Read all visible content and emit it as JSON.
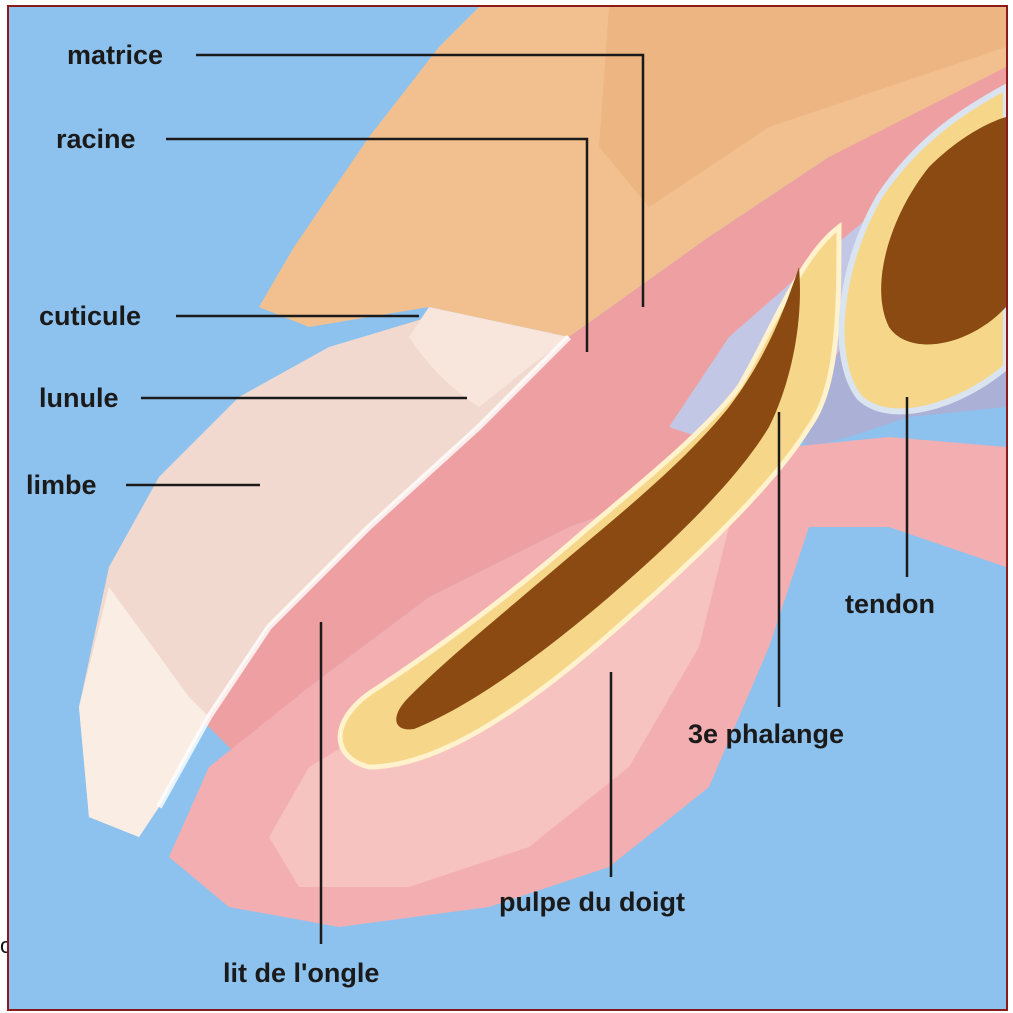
{
  "diagram": {
    "colors": {
      "background": "#8ec2ee",
      "border": "#8b1a1a",
      "skin": "#f2c08e",
      "skin_pink": "#f2aeb0",
      "nail": "#f1d9cf",
      "bone_outline": "#f6d78a",
      "marrow": "#8a4a12",
      "tendon": "#aab0d6",
      "leader_line": "#1a1a1a"
    },
    "labels": {
      "matrice": "matrice",
      "racine": "racine",
      "cuticule": "cuticule",
      "lunule": "lunule",
      "limbe": "limbe",
      "tendon": "tendon",
      "phalange": "3e phalange",
      "pulpe": "pulpe du doigt",
      "lit": "lit de l'ongle"
    },
    "edge_mark": "o"
  }
}
